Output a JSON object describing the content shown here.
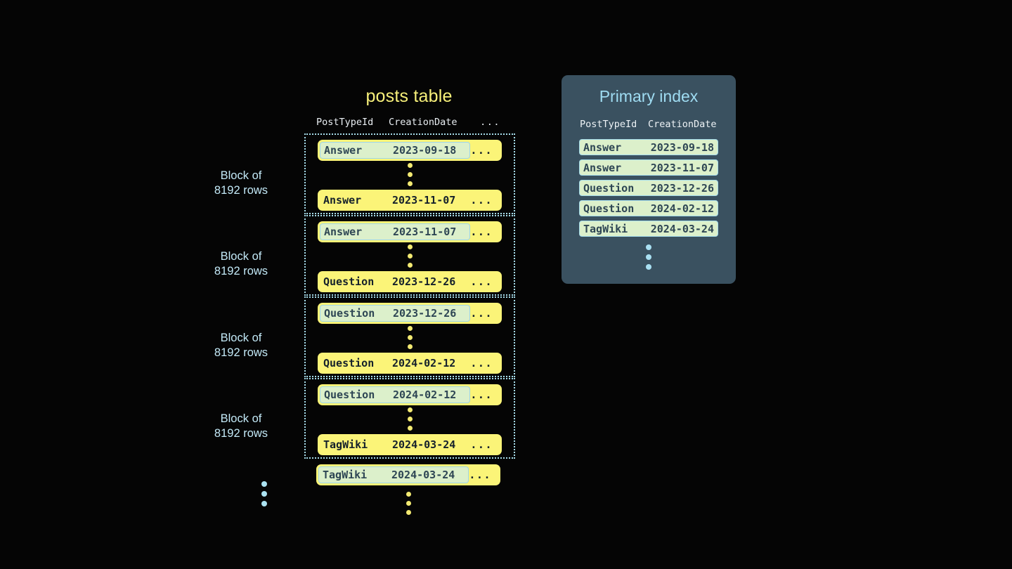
{
  "canvas": {
    "background": "#050505"
  },
  "colors": {
    "row_yellow": "#fbf478",
    "highlight_green": "#dcf0cb",
    "accent_blue": "#a6dcea",
    "panel_slate": "#3a5160",
    "title_yellow": "#f7f07a",
    "title_blue": "#9fdcf2"
  },
  "posts_table": {
    "title": "posts table",
    "headers": {
      "post_type_id": "PostTypeId",
      "creation_date": "CreationDate",
      "more": "..."
    },
    "blocks": [
      {
        "label_line1": "Block of",
        "label_line2": "8192 rows",
        "first_row": {
          "post_type_id": "Answer",
          "creation_date": "2023-09-18",
          "more": "...",
          "highlighted": true
        },
        "last_row": {
          "post_type_id": "Answer",
          "creation_date": "2023-11-07",
          "more": "...",
          "highlighted": false
        }
      },
      {
        "label_line1": "Block of",
        "label_line2": "8192 rows",
        "first_row": {
          "post_type_id": "Answer",
          "creation_date": "2023-11-07",
          "more": "...",
          "highlighted": true
        },
        "last_row": {
          "post_type_id": "Question",
          "creation_date": "2023-12-26",
          "more": "...",
          "highlighted": false
        }
      },
      {
        "label_line1": "Block of",
        "label_line2": "8192 rows",
        "first_row": {
          "post_type_id": "Question",
          "creation_date": "2023-12-26",
          "more": "...",
          "highlighted": true
        },
        "last_row": {
          "post_type_id": "Question",
          "creation_date": "2024-02-12",
          "more": "...",
          "highlighted": false
        }
      },
      {
        "label_line1": "Block of",
        "label_line2": "8192 rows",
        "first_row": {
          "post_type_id": "Question",
          "creation_date": "2024-02-12",
          "more": "...",
          "highlighted": true
        },
        "last_row": {
          "post_type_id": "TagWiki",
          "creation_date": "2024-03-24",
          "more": "...",
          "highlighted": false
        }
      }
    ],
    "trailing_row": {
      "post_type_id": "TagWiki",
      "creation_date": "2024-03-24",
      "more": "...",
      "highlighted": true
    },
    "continuation_marker": "vertical-ellipsis"
  },
  "primary_index": {
    "title": "Primary index",
    "headers": {
      "post_type_id": "PostTypeId",
      "creation_date": "CreationDate"
    },
    "rows": [
      {
        "post_type_id": "Answer",
        "creation_date": "2023-09-18"
      },
      {
        "post_type_id": "Answer",
        "creation_date": "2023-11-07"
      },
      {
        "post_type_id": "Question",
        "creation_date": "2023-12-26"
      },
      {
        "post_type_id": "Question",
        "creation_date": "2024-02-12"
      },
      {
        "post_type_id": "TagWiki",
        "creation_date": "2024-03-24"
      }
    ],
    "continuation_marker": "vertical-ellipsis"
  }
}
